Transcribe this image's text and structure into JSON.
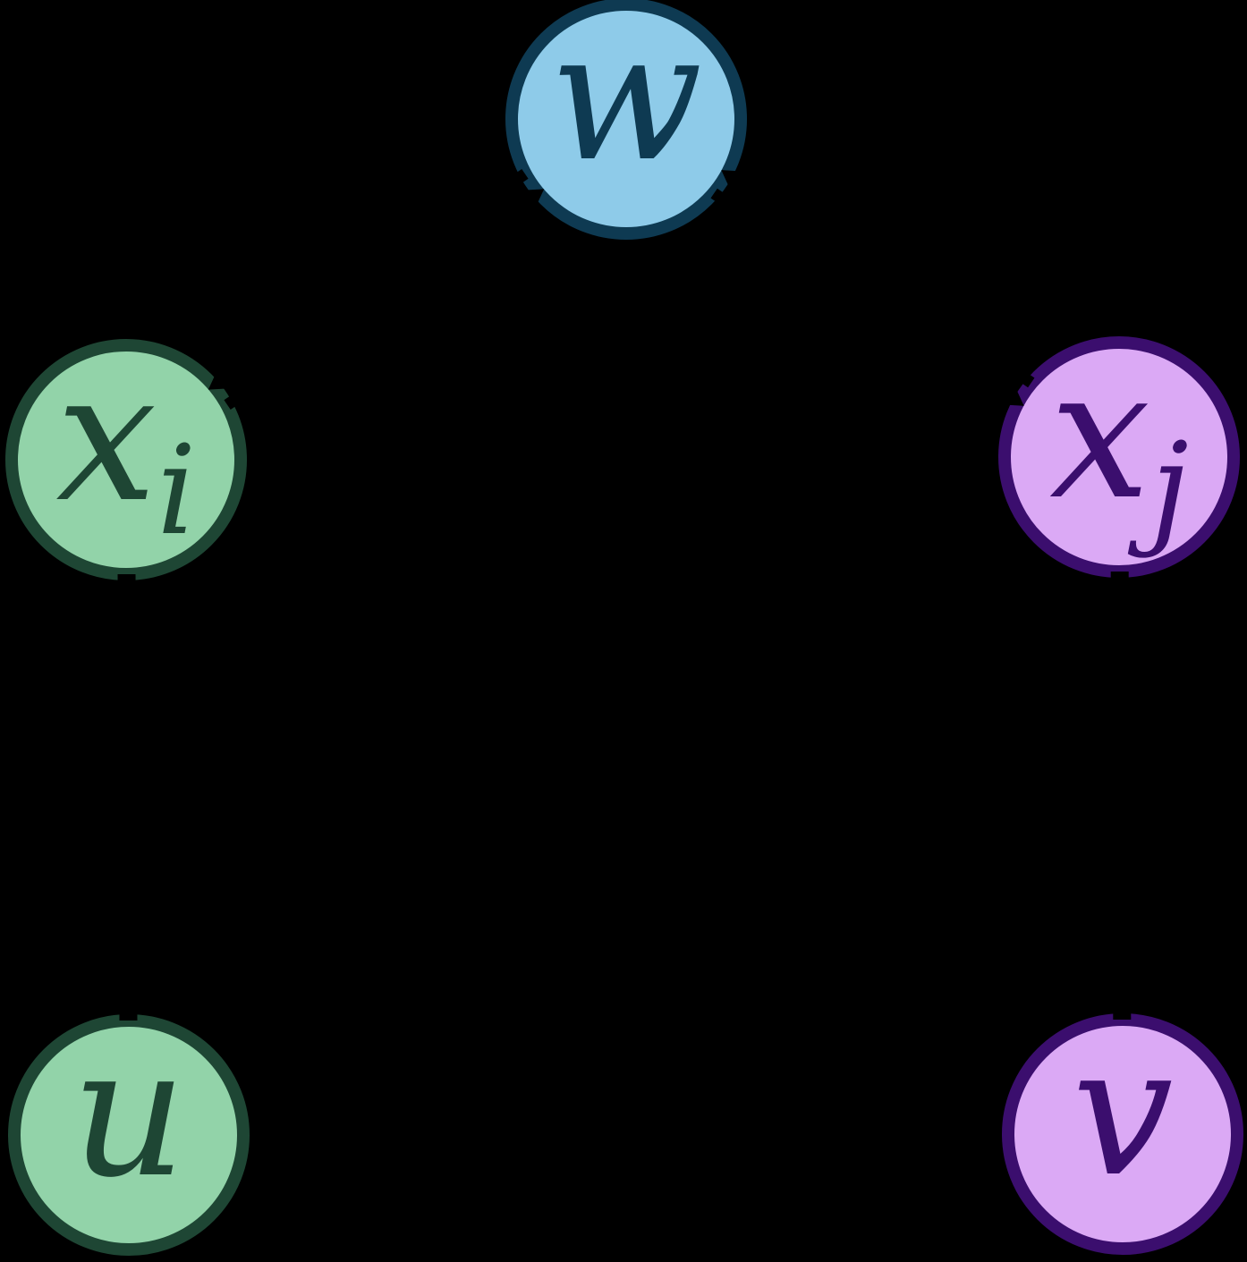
{
  "figure": {
    "type": "graph-diagram",
    "background": "#000000",
    "nodes": [
      {
        "id": "w",
        "label": "w",
        "subscript": "",
        "fill": "#8ECBE9",
        "stroke": "#0E3A52",
        "label_color": "#0E3A52"
      },
      {
        "id": "x_i",
        "label": "x",
        "subscript": "i",
        "fill": "#92D3A9",
        "stroke": "#1E4634",
        "label_color": "#1E4634"
      },
      {
        "id": "x_j",
        "label": "x",
        "subscript": "j",
        "fill": "#DBA9F5",
        "stroke": "#3B0E6E",
        "label_color": "#3B0E6E"
      },
      {
        "id": "u",
        "label": "u",
        "subscript": "",
        "fill": "#92D3A9",
        "stroke": "#1E4634",
        "label_color": "#1E4634"
      },
      {
        "id": "v",
        "label": "v",
        "subscript": "",
        "fill": "#DBA9F5",
        "stroke": "#3B0E6E",
        "label_color": "#3B0E6E"
      }
    ],
    "edges": [
      {
        "from": "x_i",
        "to": "w",
        "color": "#000000",
        "style": "double-arrow"
      },
      {
        "from": "x_j",
        "to": "w",
        "color": "#000000",
        "style": "double-arrow"
      },
      {
        "from": "u",
        "to": "x_i",
        "color": "#000000",
        "style": "line"
      },
      {
        "from": "v",
        "to": "x_j",
        "color": "#000000",
        "style": "line"
      }
    ]
  }
}
